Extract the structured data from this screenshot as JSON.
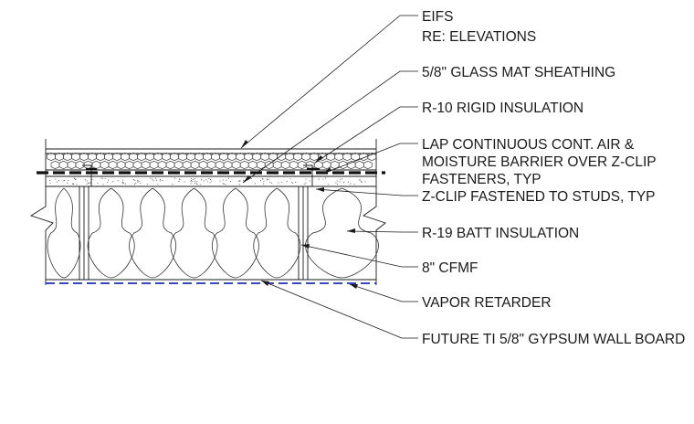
{
  "labels": {
    "eifs_1": "EIFS",
    "eifs_2": "RE: ELEVATIONS",
    "sheathing": "5/8\" GLASS MAT SHEATHING",
    "rigid": "R-10 RIGID INSULATION",
    "lap_1": "LAP CONTINUOUS CONT. AIR &",
    "lap_2": "MOISTURE BARRIER OVER Z-CLIP",
    "lap_3": "FASTENERS, TYP",
    "zclip": "Z-CLIP FASTENED TO STUDS, TYP",
    "batt": "R-19 BATT INSULATION",
    "cfmf": "8\" CFMF",
    "vapor": "VAPOR RETARDER",
    "gypsum": "FUTURE TI 5/8\" GYPSUM WALL BOARD"
  },
  "colors": {
    "linework": "#1a1a1a",
    "vapor_retarder": "#1f2fb8"
  }
}
